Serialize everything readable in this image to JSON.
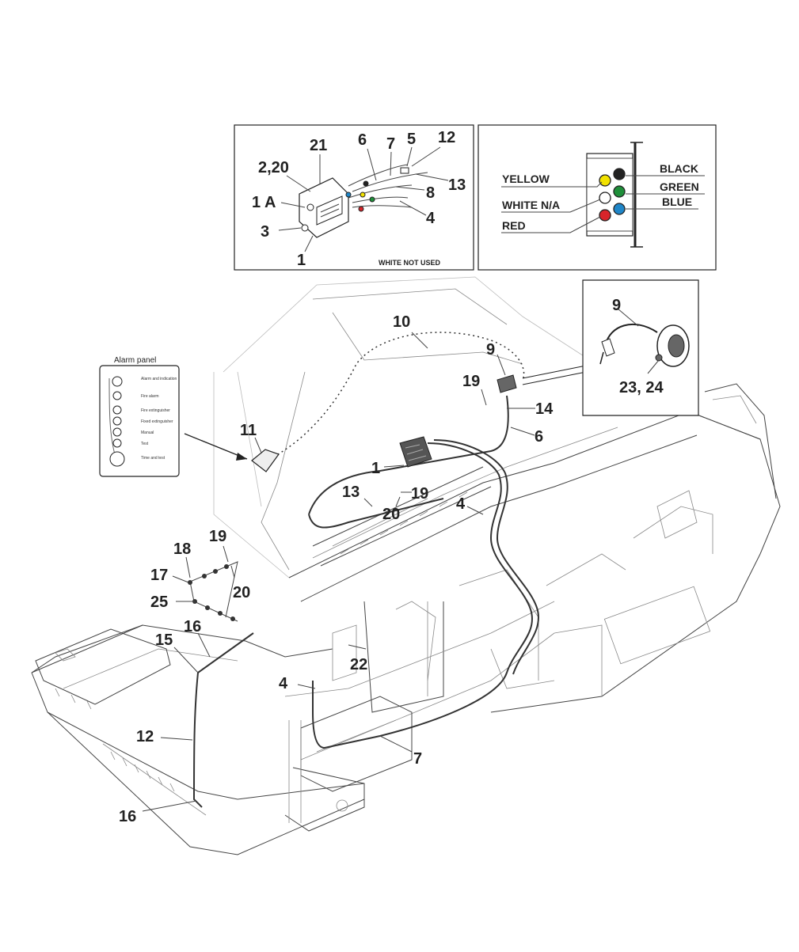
{
  "inset_wiring": {
    "callouts": [
      "21",
      "6",
      "7",
      "5",
      "12",
      "2,20",
      "13",
      "1 A",
      "8",
      "3",
      "4",
      "1"
    ],
    "note": "WHITE NOT USED"
  },
  "inset_connector": {
    "colors": {
      "yellow": "YELLOW",
      "white": "WHITE N/A",
      "red": "RED",
      "black": "BLACK",
      "green": "GREEN",
      "blue": "BLUE"
    },
    "swatches": {
      "yellow": "#f2e200",
      "white": "#ffffff",
      "red": "#d8242a",
      "black": "#222222",
      "green": "#1f8f3a",
      "blue": "#1f86c8"
    }
  },
  "inset_horn": {
    "callouts": [
      "9",
      "23, 24"
    ]
  },
  "alarm_panel": {
    "title": "Alarm panel",
    "rows": [
      "Alarm and indication",
      "Fire alarm",
      "Fire extinguisher",
      "Fixed extinguisher",
      "Manual",
      "Test",
      "Time and test"
    ]
  },
  "main_callouts": {
    "c10": "10",
    "c9": "9",
    "c19a": "19",
    "c14": "14",
    "c6": "6",
    "c11": "11",
    "c1": "1",
    "c13": "13",
    "c19b": "19",
    "c4a": "4",
    "c20a": "20",
    "c18": "18",
    "c19c": "19",
    "c17": "17",
    "c20b": "20",
    "c25": "25",
    "c16a": "16",
    "c15": "15",
    "c22": "22",
    "c4b": "4",
    "c12": "12",
    "c7": "7",
    "c16b": "16"
  }
}
